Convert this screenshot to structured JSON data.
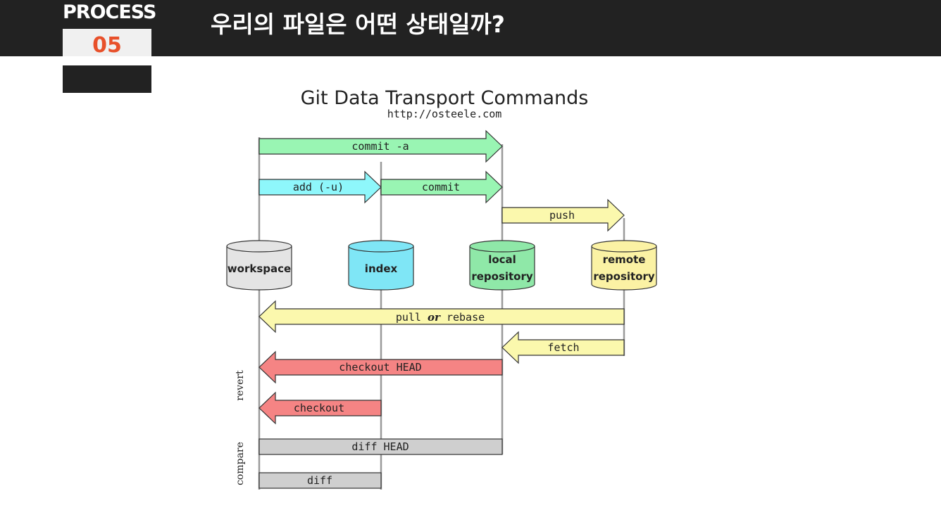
{
  "header": {
    "process_label": "PROCESS",
    "process_number": "05",
    "title": "우리의 파일은 어떤 상태일까?"
  },
  "diagram": {
    "title": "Git Data Transport Commands",
    "url": "http://osteele.com",
    "locations": [
      {
        "line1": "workspace",
        "line2": "",
        "color": "#e4e4e4"
      },
      {
        "line1": "index",
        "line2": "",
        "color": "#7fe6f6"
      },
      {
        "line1": "local",
        "line2": "repository",
        "color": "#8fe8a8"
      },
      {
        "line1": "remote",
        "line2": "repository",
        "color": "#fbf2a4"
      }
    ],
    "commands": [
      {
        "label": "commit -a",
        "from": "workspace",
        "to": "local repository",
        "color": "#99f5b3"
      },
      {
        "label": "add (-u)",
        "from": "workspace",
        "to": "index",
        "color": "#8ef7fb"
      },
      {
        "label": "commit",
        "from": "index",
        "to": "local repository",
        "color": "#99f5b3"
      },
      {
        "label": "push",
        "from": "local repository",
        "to": "remote repository",
        "color": "#fbf8ad"
      },
      {
        "label_a": "pull",
        "label_or": "or",
        "label_b": "rebase",
        "from": "remote repository",
        "to": "workspace",
        "color": "#fbf8ad"
      },
      {
        "label": "fetch",
        "from": "remote repository",
        "to": "local repository",
        "color": "#fbf8ad"
      },
      {
        "label": "checkout HEAD",
        "from": "local repository",
        "to": "workspace",
        "color": "#f58484"
      },
      {
        "label": "checkout",
        "from": "index",
        "to": "workspace",
        "color": "#f58484"
      },
      {
        "label": "diff HEAD",
        "from": "workspace",
        "to": "local repository",
        "color": "#cfcfcf"
      },
      {
        "label": "diff",
        "from": "workspace",
        "to": "index",
        "color": "#cfcfcf"
      }
    ],
    "groups": {
      "revert": "revert",
      "compare": "compare"
    }
  }
}
